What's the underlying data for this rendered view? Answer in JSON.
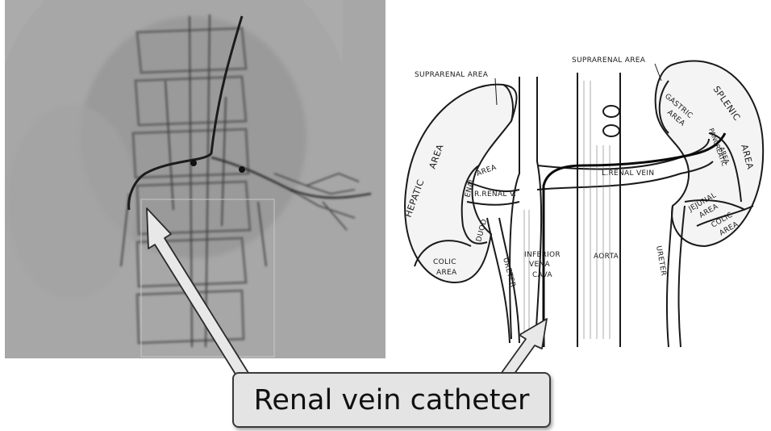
{
  "callout": {
    "text": "Renal vein catheter"
  },
  "labels": {
    "suprarenal_left": "SUPRARENAL AREA",
    "suprarenal_right": "SUPRARENAL AREA",
    "hepatic": "HEPATIC",
    "hepatic_area": "AREA",
    "duodenal": "DUOD",
    "duodenal2": "ENAL",
    "duodenal_area": "AREA",
    "r_renal_v": "R.RENAL V.",
    "l_renal_vein": "L.RENAL VEIN",
    "colic_left": "COLIC",
    "colic_left_area": "AREA",
    "ureter_left": "URETER",
    "ivc1": "INFERIOR",
    "ivc2": "VENA",
    "ivc3": "CAVA",
    "aorta": "AORTA",
    "ureter_right": "URETER",
    "gastric": "GASTRIC",
    "gastric_area": "AREA",
    "splenic": "SPLENIC",
    "splenic_area": "AREA",
    "pancreatic": "PANCREATIC",
    "pancreatic_area": "AREA",
    "jejunal": "JEJUNAL",
    "jejunal_area": "AREA",
    "colic_right": "COLIC",
    "colic_right_area": "AREA"
  }
}
